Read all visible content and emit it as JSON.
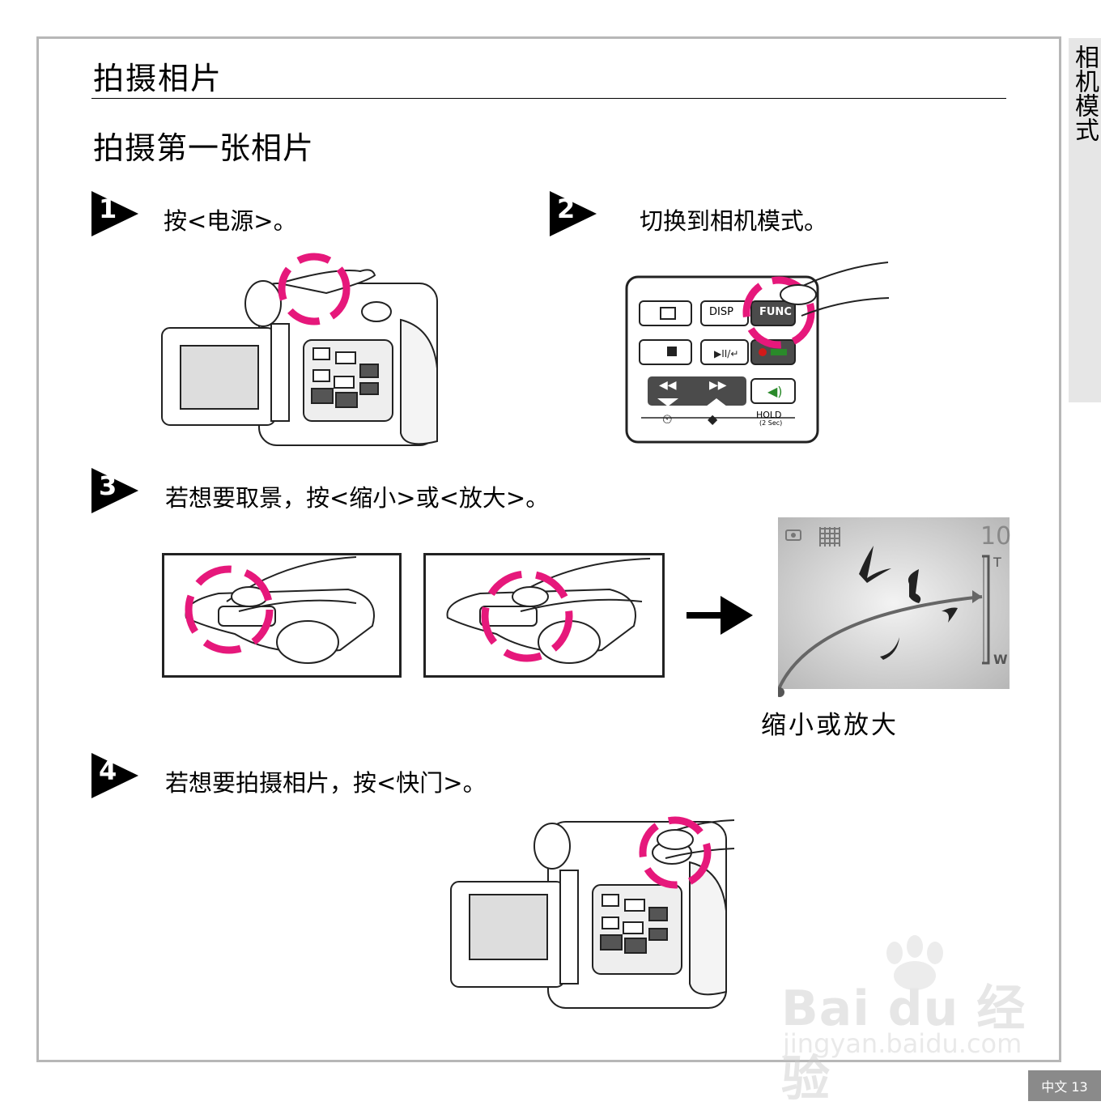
{
  "page": {
    "title": "拍摄相片",
    "subtitle": "拍摄第一张相片",
    "side_tab": "相机模式",
    "page_number": "中文 13"
  },
  "steps": [
    {
      "number": "1",
      "text": "按<电源>。"
    },
    {
      "number": "2",
      "text": "切换到相机模式。"
    },
    {
      "number": "3",
      "text": "若想要取景，按<缩小>或<放大>。"
    },
    {
      "number": "4",
      "text": "若想要拍摄相片，按<快门>。"
    }
  ],
  "panel": {
    "disp_label": "DISP",
    "func_label": "FUNC",
    "hold_label": "HOLD",
    "hold_sub": "(2 Sec)"
  },
  "zoom_screen": {
    "count": "10",
    "tele_label": "T",
    "wide_label": "W",
    "caption": "缩小或放大"
  },
  "watermark": {
    "brand": "Bai du 经验",
    "url": "jingyan.baidu.com"
  },
  "colors": {
    "highlight": "#e6187b",
    "frame": "#b7b7b7",
    "side_tab": "#e6e6e6",
    "page_number_bg": "#8a8a8a"
  }
}
